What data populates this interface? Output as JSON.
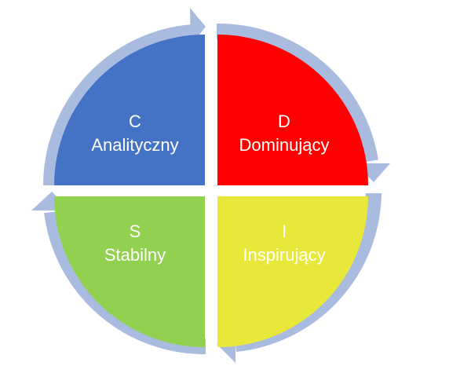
{
  "quadrants": [
    {
      "id": "c",
      "letter": "C",
      "name": "Analityczny",
      "color": "#4472C4"
    },
    {
      "id": "d",
      "letter": "D",
      "name": "Dominujący",
      "color": "#FF0000"
    },
    {
      "id": "i",
      "letter": "I",
      "name": "Inspirujący",
      "color": "#E8E83A"
    },
    {
      "id": "s",
      "letter": "S",
      "name": "Stabilny",
      "color": "#92D050"
    }
  ],
  "arrow_color": "#A9BCE0"
}
